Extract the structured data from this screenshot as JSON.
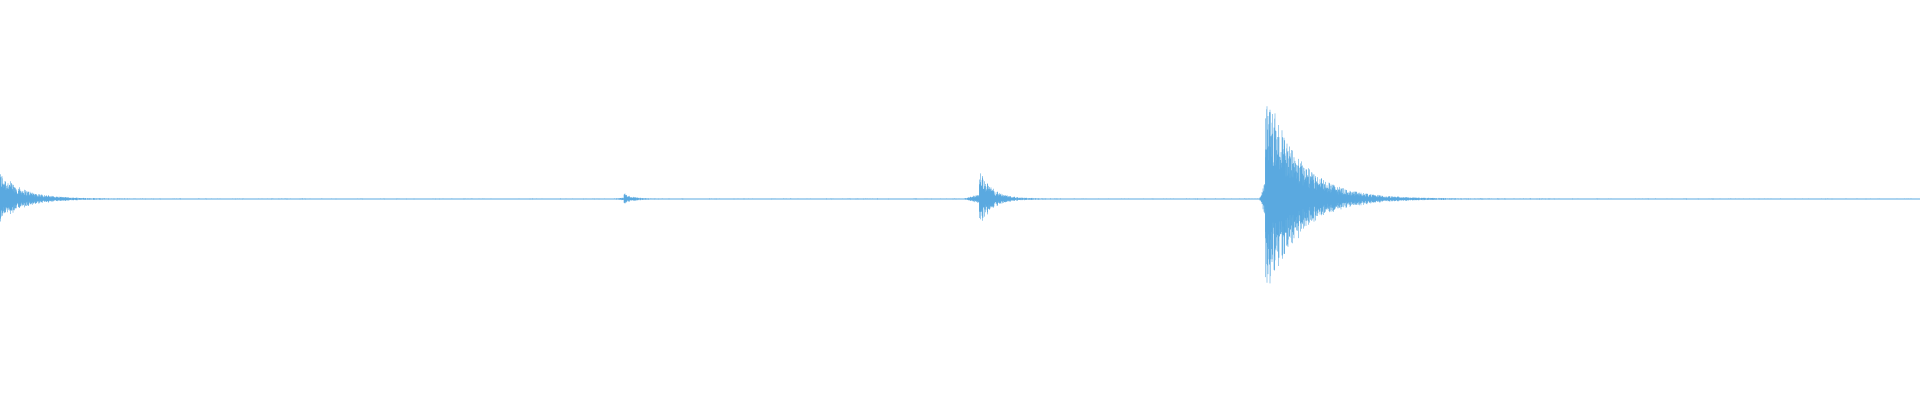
{
  "waveform": {
    "color": "#5aa9e0",
    "background": "#ffffff",
    "baseline_amplitude": 0.006,
    "events": [
      {
        "name": "burst-1",
        "position": 0.0,
        "peak": 0.23,
        "decay": 0.035,
        "attack": 0.002
      },
      {
        "name": "burst-2",
        "position": 0.325,
        "peak": 0.05,
        "decay": 0.012,
        "attack": 0.006
      },
      {
        "name": "burst-3",
        "position": 0.51,
        "peak": 0.25,
        "decay": 0.02,
        "attack": 0.008
      },
      {
        "name": "burst-4",
        "position": 0.659,
        "peak": 1.0,
        "decay": 0.05,
        "attack": 0.003
      }
    ]
  }
}
